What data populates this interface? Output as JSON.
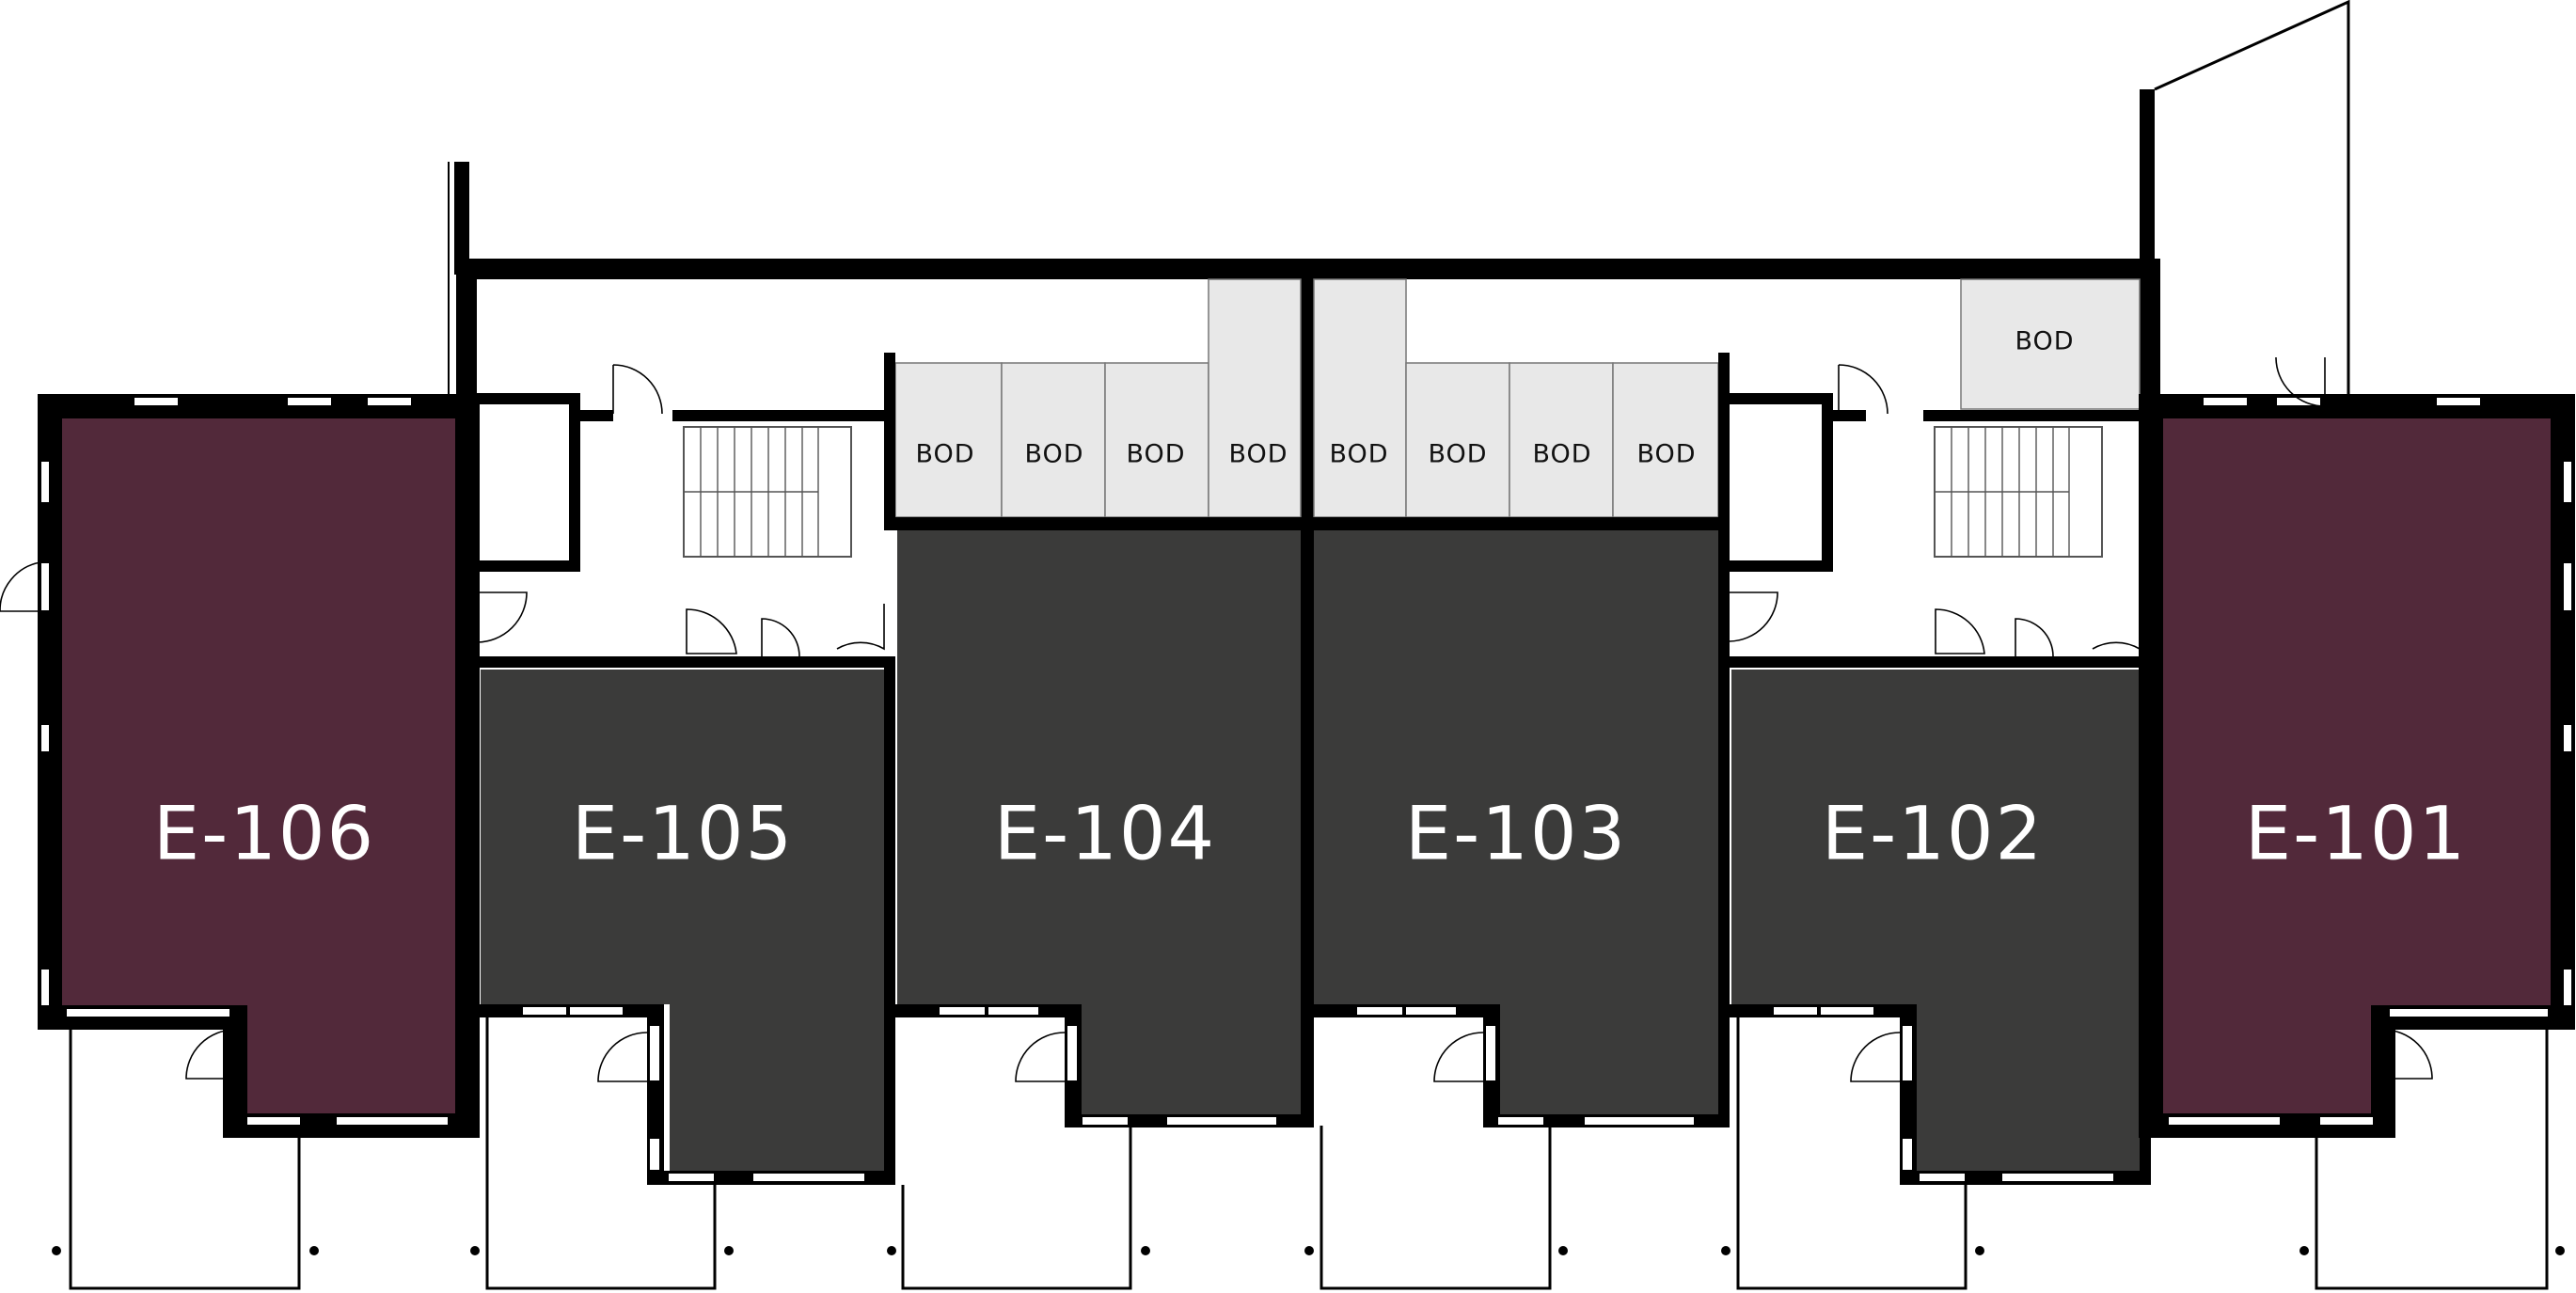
{
  "colors": {
    "feature_unit": "#52293a",
    "standard_unit": "#3b3b3a",
    "storage": "#e8e8e8",
    "wall": "#000000",
    "background": "#ffffff"
  },
  "units": [
    {
      "id": "E-106",
      "label": "E-106",
      "kind": "feature"
    },
    {
      "id": "E-105",
      "label": "E-105",
      "kind": "standard"
    },
    {
      "id": "E-104",
      "label": "E-104",
      "kind": "standard"
    },
    {
      "id": "E-103",
      "label": "E-103",
      "kind": "standard"
    },
    {
      "id": "E-102",
      "label": "E-102",
      "kind": "standard"
    },
    {
      "id": "E-101",
      "label": "E-101",
      "kind": "feature"
    }
  ],
  "storage_rooms": [
    {
      "label": "BOD"
    },
    {
      "label": "BOD"
    },
    {
      "label": "BOD"
    },
    {
      "label": "BOD"
    },
    {
      "label": "BOD"
    },
    {
      "label": "BOD"
    },
    {
      "label": "BOD"
    },
    {
      "label": "BOD"
    },
    {
      "label": "BOD"
    }
  ]
}
